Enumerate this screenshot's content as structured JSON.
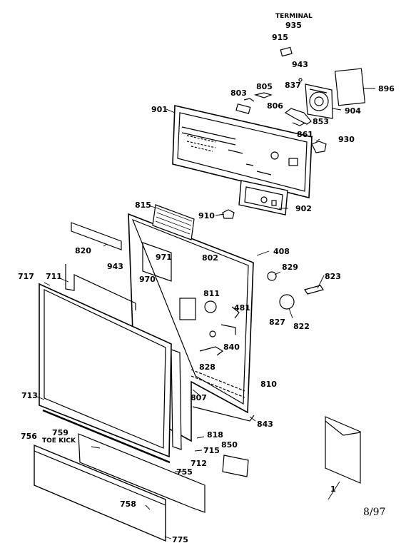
{
  "labels": {
    "terminal": "TERMINAL",
    "p935": "935",
    "p915": "915",
    "p943a": "943",
    "p896": "896",
    "p805": "805",
    "p837": "837",
    "p803": "803",
    "p806": "806",
    "p904": "904",
    "p901": "901",
    "p853": "853",
    "p861": "861",
    "p930": "930",
    "p815": "815",
    "p910": "910",
    "p902": "902",
    "p820": "820",
    "p971": "971",
    "p802": "802",
    "p408": "408",
    "p943b": "943",
    "p829": "829",
    "p717": "717",
    "p711": "711",
    "p970": "970",
    "p823": "823",
    "p811": "811",
    "p481": "481",
    "p827": "827",
    "p822": "822",
    "p840": "840",
    "p828": "828",
    "p810": "810",
    "p713": "713",
    "p807": "807",
    "p843": "843",
    "p756": "756",
    "p759": "759",
    "toe_kick": "TOE KICK",
    "p818": "818",
    "p850": "850",
    "p715": "715",
    "p712": "712",
    "p755": "755",
    "p1": "1",
    "p758": "758",
    "p775": "775",
    "date": "8/97"
  }
}
